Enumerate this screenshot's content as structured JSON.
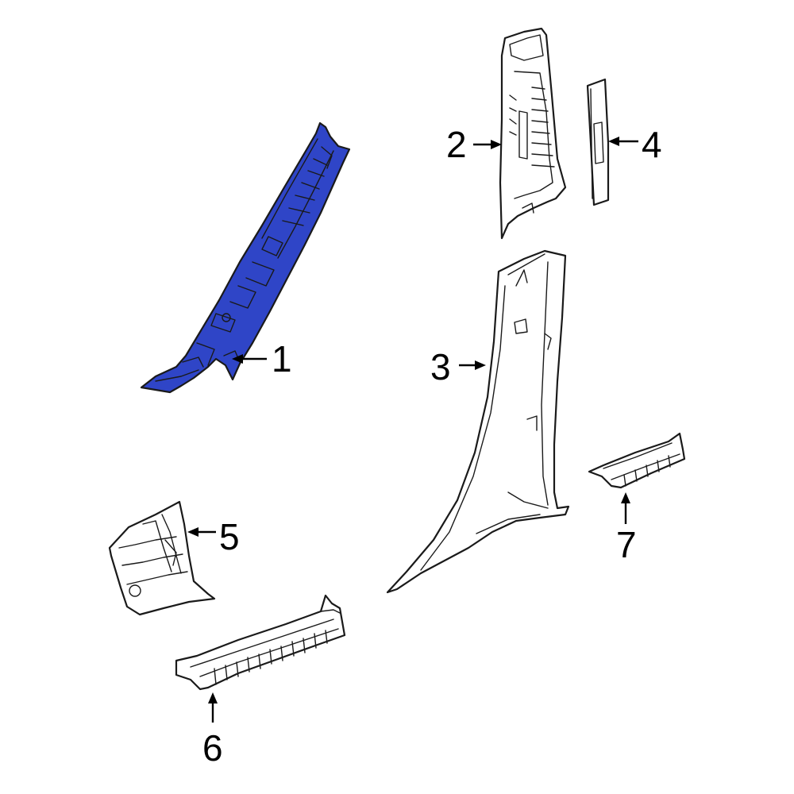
{
  "colors": {
    "highlight": "#2f45c7",
    "outline": "#1a1a1a",
    "background": "#ffffff"
  },
  "highlighted_part": "1",
  "callouts": [
    {
      "id": "c1",
      "label": "1",
      "part": "a-pillar-trim"
    },
    {
      "id": "c2",
      "label": "2",
      "part": "upper-b-pillar-trim"
    },
    {
      "id": "c3",
      "label": "3",
      "part": "lower-b-pillar-trim"
    },
    {
      "id": "c4",
      "label": "4",
      "part": "trim-strip"
    },
    {
      "id": "c5",
      "label": "5",
      "part": "kick-panel"
    },
    {
      "id": "c6",
      "label": "6",
      "part": "front-scuff-plate"
    },
    {
      "id": "c7",
      "label": "7",
      "part": "rear-scuff-plate"
    }
  ]
}
